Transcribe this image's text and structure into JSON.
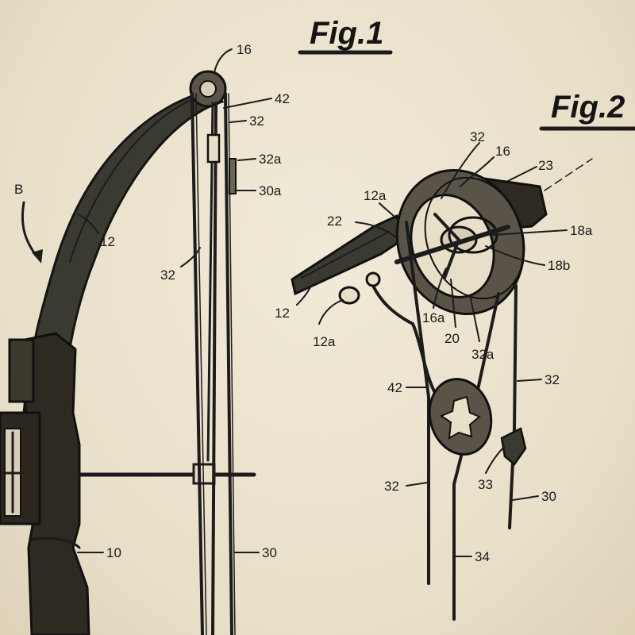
{
  "figures": {
    "fig1_title": "Fig.1",
    "fig2_title": "Fig.2"
  },
  "fig1_labels": {
    "cam": "16",
    "cable_42": "42",
    "cable_32_top": "32",
    "cable_32a": "32a",
    "string_30a": "30a",
    "bow_b": "B",
    "limb_12": "12",
    "cable_32_mid": "32",
    "handle_10": "10",
    "string_30": "30"
  },
  "fig2_labels": {
    "cable_32": "32",
    "wheel_16": "16",
    "axle_23": "23",
    "slot_12a_top": "12a",
    "mount_22": "22",
    "pin_18a": "18a",
    "pin_18b": "18b",
    "limb_12": "12",
    "clip_12a": "12a",
    "hub_16a": "16a",
    "spoke_20": "20",
    "cable_32a": "32a",
    "cable_42": "42",
    "cable_32_right": "32",
    "cable_32_left": "32",
    "anchor_33": "33",
    "string_30": "30",
    "string_34": "34"
  },
  "colors": {
    "paper": "#ede5d2",
    "ink": "#1c1c1c",
    "limb": "#3a3a30",
    "wheel": "#5a5448",
    "wood": "#2e2a22"
  }
}
